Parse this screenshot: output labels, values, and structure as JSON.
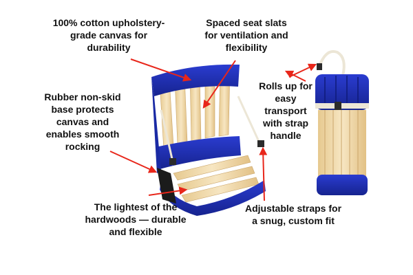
{
  "captions": {
    "canvas": "100% cotton upholstery-\ngrade canvas for\ndurability",
    "slats": "Spaced seat slats\nfor ventilation and\nflexibility",
    "rolls": "Rolls up for\neasy\ntransport\nwith strap\nhandle",
    "rubber": "Rubber non-skid\nbase protects\ncanvas and\nenables smooth\nrocking",
    "hardwood": "The lightest of the\nhardwoods — durable\nand flexible",
    "straps": "Adjustable straps for\na snug, custom fit"
  },
  "colors": {
    "canvas_blue": "#1f2fb8",
    "wood": "#f2dcae",
    "arrow": "#e8261a",
    "strap": "#ece6d6"
  },
  "icons": [
    "unfolded-seat",
    "rolled-seat",
    "callout-arrow"
  ]
}
